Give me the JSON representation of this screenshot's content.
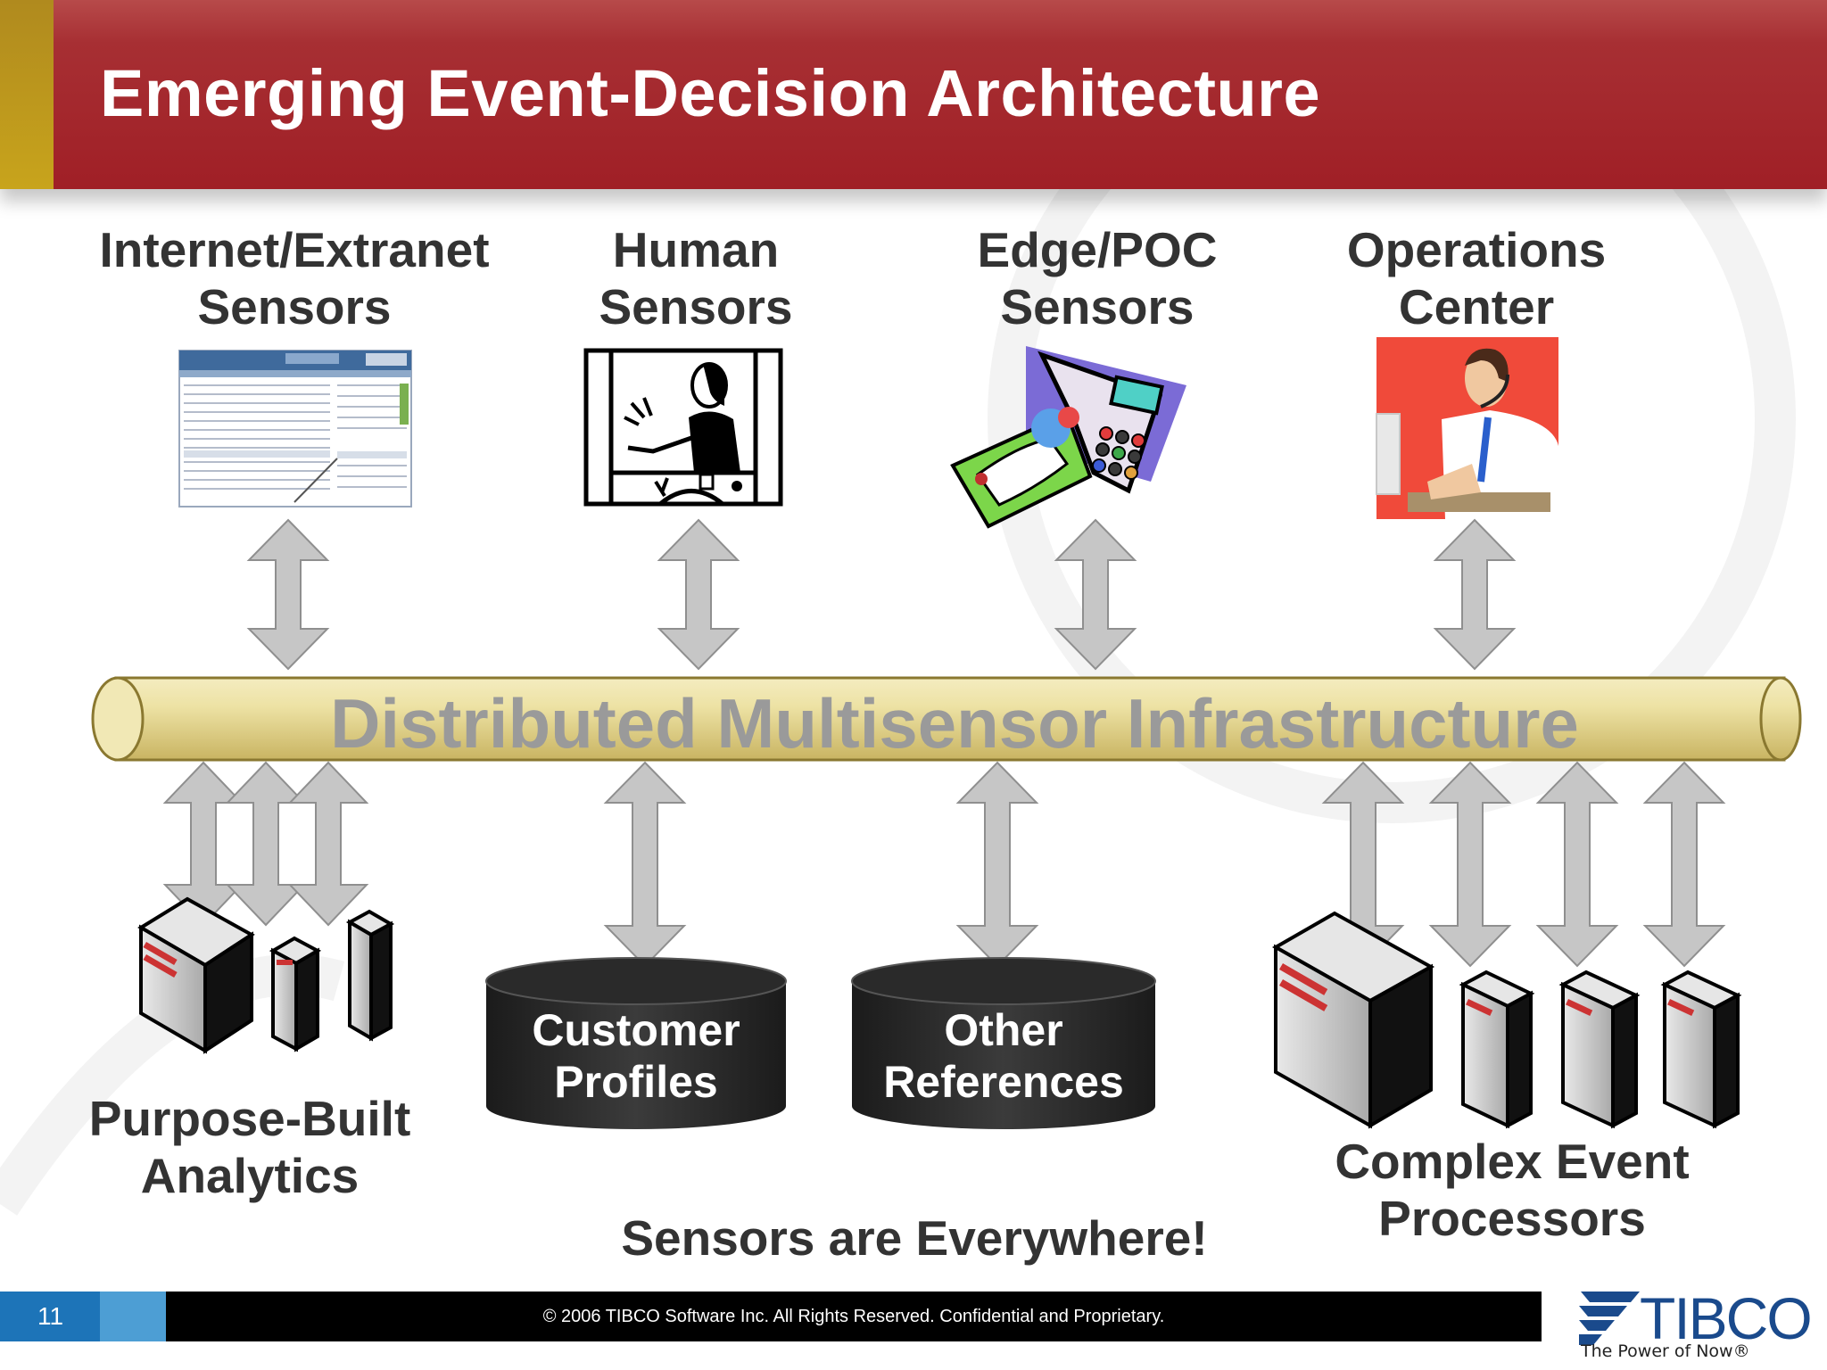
{
  "slide": {
    "title": "Emerging Event-Decision Architecture",
    "sensors": [
      {
        "label": "Internet/Extranet\nSensors",
        "icon": "web-page-screenshot-icon"
      },
      {
        "label": "Human\nSensors",
        "icon": "human-at-window-icon"
      },
      {
        "label": "Edge/POC\nSensors",
        "icon": "card-payment-terminal-icon"
      },
      {
        "label": "Operations\nCenter",
        "icon": "call-center-operator-icon"
      }
    ],
    "bus_label": "Distributed Multisensor Infrastructure",
    "consumers": [
      {
        "label": "Purpose-Built\nAnalytics",
        "icon": "server-cluster-icon"
      },
      {
        "label": "Customer\nProfiles",
        "icon": "database-icon"
      },
      {
        "label": "Other\nReferences",
        "icon": "database-icon"
      },
      {
        "label": "Complex Event\nProcessors",
        "icon": "server-cluster-icon"
      }
    ],
    "tagline": "Sensors are Everywhere!",
    "footer": {
      "page_number": "11",
      "copyright": "© 2006 TIBCO Software Inc. All Rights Reserved. Confidential and Proprietary."
    },
    "logo": {
      "name": "TIBCO",
      "tagline": "The Power of Now®"
    },
    "colors": {
      "header": "#a72f33",
      "header_accent": "#c8a41c",
      "pipe": "#e8dc96",
      "arrow": "#c6c6c6",
      "footer": "#000000",
      "page_badge": "#1d74b8",
      "logo": "#1a4a8c"
    }
  }
}
